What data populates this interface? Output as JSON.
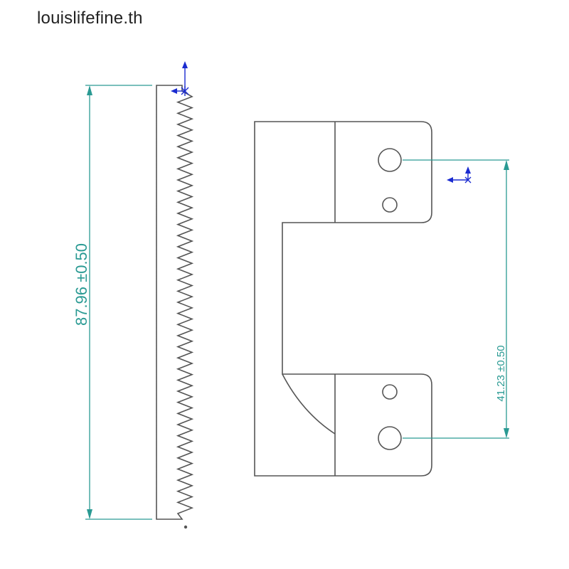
{
  "watermark": "louislifefine.th",
  "drawing": {
    "dim_length": "87.96 ±0.50",
    "dim_hole_spacing": "41.23 ±0.50"
  },
  "colors": {
    "part_outline": "#555555",
    "dimension": "#2a9a93",
    "axis_triad": "#1a2bd0"
  }
}
